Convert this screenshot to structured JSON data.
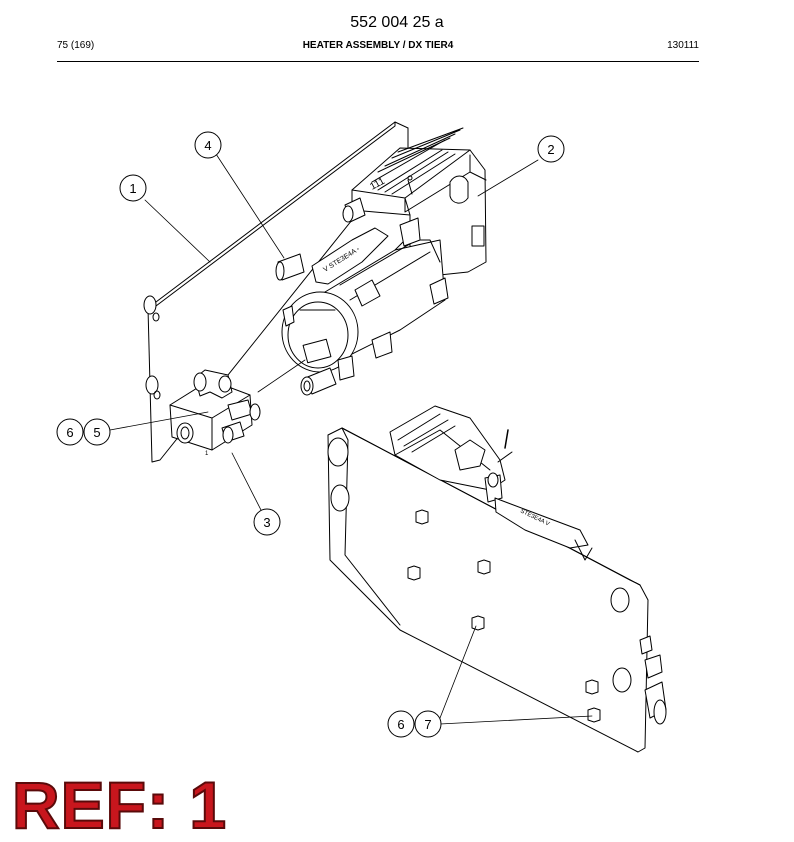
{
  "document": {
    "number": "552 004 25 a",
    "page_ref": "75 (169)",
    "title": "HEATER ASSEMBLY / DX TIER4",
    "date_code": "130111"
  },
  "callouts": [
    {
      "label": "1"
    },
    {
      "label": "2"
    },
    {
      "label": "3"
    },
    {
      "label": "4"
    },
    {
      "label": "6"
    },
    {
      "label": "5"
    },
    {
      "label": "6"
    },
    {
      "label": "7"
    }
  ],
  "stamp": {
    "text": "REF: 1"
  }
}
